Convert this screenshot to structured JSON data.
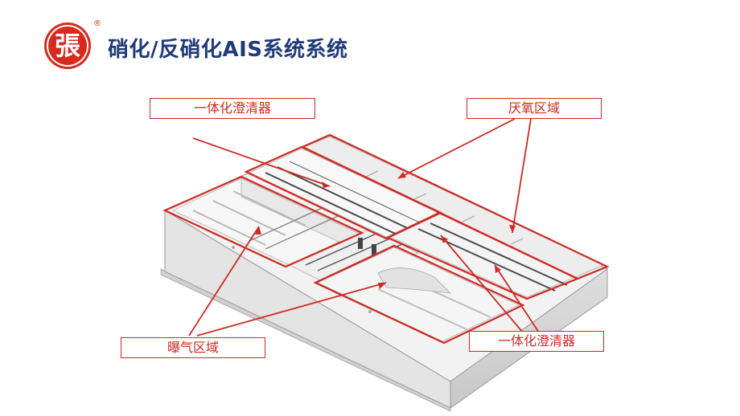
{
  "header": {
    "logo_char": "張",
    "logo_reg": "®",
    "title": "硝化/反硝化AIS系统系统"
  },
  "labels": {
    "clarifier_top": "一体化澄清器",
    "anaerobic": "厌氧区域",
    "aeration": "曝气区域",
    "clarifier_bottom": "一体化澄清器"
  },
  "colors": {
    "accent_red": "#cf2a23",
    "title_blue": "#1f3a7a",
    "logo_red": "#d62a1f"
  }
}
